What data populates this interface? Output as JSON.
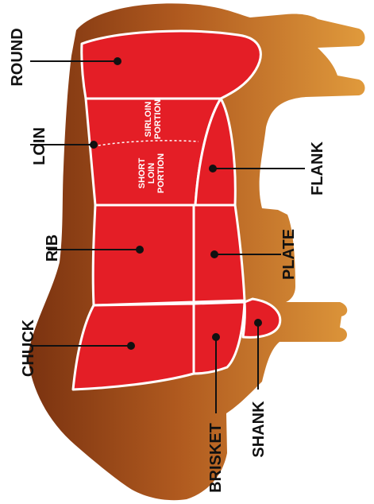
{
  "labels": {
    "round": "ROUND",
    "loin": "LOIN",
    "rib": "RIB",
    "chuck": "CHUCK",
    "flank": "FLANK",
    "plate": "PLATE",
    "brisket": "BRISKET",
    "shank": "SHANK"
  },
  "portions": {
    "sirloin_line1": "SIRLOIN",
    "sirloin_line2": "PORTION",
    "short_line1": "SHORT",
    "short_line2": "LOIN",
    "short_line3": "PORTION"
  },
  "colors": {
    "cow_dark": "#8a3d15",
    "cow_light": "#d9872f",
    "cut_red": "#e41e26",
    "outline": "#ffffff",
    "text": "#111111"
  }
}
